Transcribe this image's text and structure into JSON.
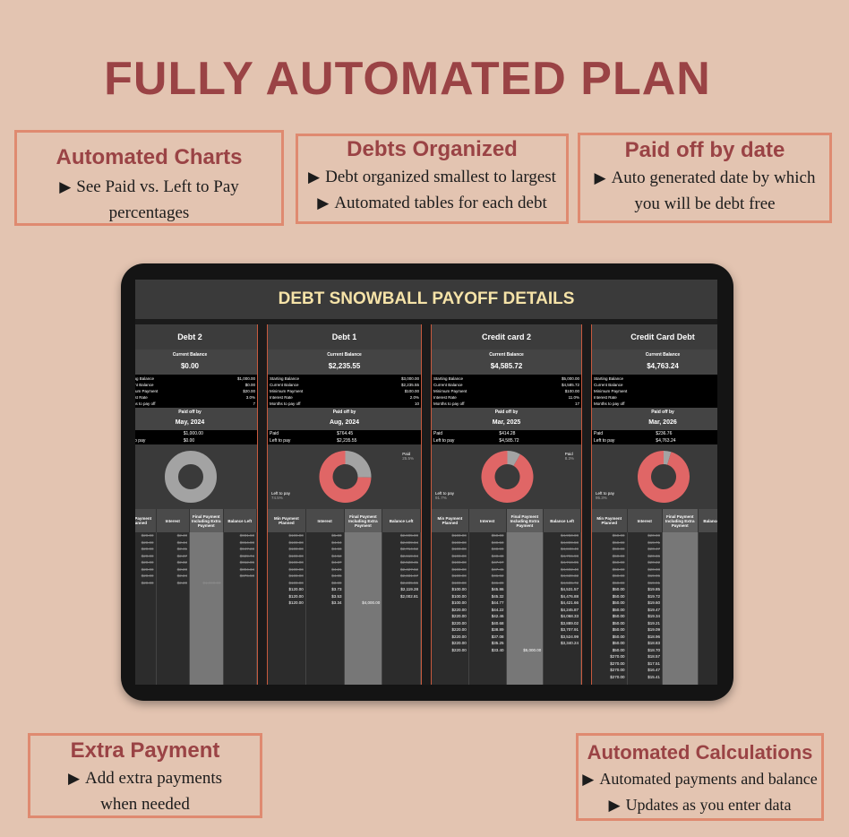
{
  "headline": "FULLY AUTOMATED PLAN",
  "features": {
    "charts": {
      "title": "Automated Charts",
      "lines": [
        "See Paid vs. Left to Pay percentages"
      ]
    },
    "organized": {
      "title": "Debts Organized",
      "lines": [
        "Debt organized smallest to largest",
        "Automated tables for each debt"
      ]
    },
    "paidoff": {
      "title": "Paid off by date",
      "lines": [
        "Auto generated date by which",
        "you will be debt free"
      ]
    },
    "extra": {
      "title": "Extra Payment",
      "lines": [
        "Add extra payments",
        "when needed"
      ]
    },
    "calcs": {
      "title": "Automated Calculations",
      "lines": [
        "Automated payments and balance",
        "Updates as you enter data"
      ]
    }
  },
  "sheet": {
    "title": "DEBT SNOWBALL PAYOFF DETAILS",
    "labels": {
      "current_balance": "Current Balance",
      "paid_off_by": "Paid off by",
      "starting_balance": "Starting Balance",
      "current_balance_row": "Current Balance",
      "minimum_payment": "Minimum Payment",
      "interest_rate": "Interest Rate",
      "months_to_pay_off": "Months to pay off",
      "paid": "Paid",
      "left_to_pay": "Left to pay",
      "col_min_payment": "Min Payment Planned",
      "col_interest": "Interest",
      "col_final_payment": "Final Payment Including Extra Payment",
      "col_balance_left": "Balance Left"
    },
    "colors": {
      "paid": "#a3a3a3",
      "left": "#e06666"
    },
    "debts": [
      {
        "name": "Debt 2",
        "current_balance": "$0.00",
        "stats": {
          "starting": "$1,000.00",
          "current": "$0.00",
          "minimum": "$20.00",
          "rate": "3.0%",
          "months": "7"
        },
        "paid_off_by": "May, 2024",
        "paid": "$1,000.00",
        "left": "$0.00",
        "paid_pct": 1.0,
        "paid_pct_label": "",
        "left_pct_label": "",
        "rows": [
          [
            "$20.00",
            "$2.40",
            "",
            "$981.60"
          ],
          [
            "$20.00",
            "$2.44",
            "",
            "$964.08"
          ],
          [
            "$20.00",
            "$2.41",
            "",
            "$947.23"
          ],
          [
            "$20.00",
            "$2.37",
            "",
            "$929.74"
          ],
          [
            "$20.00",
            "$2.32",
            "",
            "$912.06"
          ],
          [
            "$20.00",
            "$2.28",
            "",
            "$894.34"
          ],
          [
            "$20.00",
            "$2.24",
            "",
            "$876.58"
          ],
          [
            "$20.00",
            "$2.20",
            "$1,000.00",
            ""
          ]
        ],
        "done_rows": 8
      },
      {
        "name": "Debt 1",
        "current_balance": "$2,235.55",
        "stats": {
          "starting": "$3,000.00",
          "current": "$2,235.55",
          "minimum": "$100.00",
          "rate": "2.0%",
          "months": "10"
        },
        "paid_off_by": "Aug, 2024",
        "paid": "$764.45",
        "left": "$2,235.55",
        "paid_pct": 0.255,
        "paid_pct_label": "25.5%",
        "left_pct_label": "74.5%",
        "rows": [
          [
            "$100.00",
            "$5.00",
            "",
            "$2,905.00"
          ],
          [
            "$100.00",
            "$4.84",
            "",
            "$2,809.84"
          ],
          [
            "$100.00",
            "$4.68",
            "",
            "$2,714.52"
          ],
          [
            "$100.00",
            "$4.52",
            "",
            "$2,619.04"
          ],
          [
            "$100.00",
            "$4.37",
            "",
            "$2,523.41"
          ],
          [
            "$100.00",
            "$4.21",
            "",
            "$2,427.62"
          ],
          [
            "$100.00",
            "$4.05",
            "",
            "$2,331.67"
          ],
          [
            "$100.00",
            "$3.89",
            "",
            "$2,235.55"
          ],
          [
            "$120.00",
            "$3.73",
            "",
            "$2,119.28"
          ],
          [
            "$120.00",
            "$3.53",
            "",
            "$2,002.81"
          ],
          [
            "$120.00",
            "$3.34",
            "$4,000.00",
            ""
          ]
        ],
        "done_rows": 8
      },
      {
        "name": "Credit card 2",
        "current_balance": "$4,585.72",
        "stats": {
          "starting": "$5,000.00",
          "current": "$4,585.72",
          "minimum": "$100.00",
          "rate": "11.0%",
          "months": "17"
        },
        "paid_off_by": "Mar, 2025",
        "paid": "$414.28",
        "left": "$4,585.72",
        "paid_pct": 0.083,
        "paid_pct_label": "8.3%",
        "left_pct_label": "91.7%",
        "rows": [
          [
            "$100.00",
            "$50.00",
            "",
            "$4,950.00"
          ],
          [
            "$100.00",
            "$49.50",
            "",
            "$4,899.50"
          ],
          [
            "$100.00",
            "$48.99",
            "",
            "$4,848.49"
          ],
          [
            "$100.00",
            "$48.48",
            "",
            "$4,796.98"
          ],
          [
            "$100.00",
            "$47.97",
            "",
            "$4,744.95"
          ],
          [
            "$100.00",
            "$47.45",
            "",
            "$4,692.40"
          ],
          [
            "$100.00",
            "$46.92",
            "",
            "$4,639.32"
          ],
          [
            "$100.00",
            "$46.39",
            "",
            "$4,585.72"
          ],
          [
            "$100.00",
            "$45.86",
            "",
            "$4,531.57"
          ],
          [
            "$100.00",
            "$45.32",
            "",
            "$4,476.88"
          ],
          [
            "$100.00",
            "$44.77",
            "",
            "$4,421.66"
          ],
          [
            "$220.00",
            "$44.22",
            "",
            "$4,245.87"
          ],
          [
            "$220.00",
            "$42.46",
            "",
            "$4,068.33"
          ],
          [
            "$220.00",
            "$40.68",
            "",
            "$3,889.02"
          ],
          [
            "$220.00",
            "$38.89",
            "",
            "$3,707.91"
          ],
          [
            "$220.00",
            "$37.08",
            "",
            "$3,524.99"
          ],
          [
            "$220.00",
            "$35.25",
            "",
            "$3,340.24"
          ],
          [
            "$220.00",
            "$33.40",
            "$5,000.00",
            ""
          ]
        ],
        "done_rows": 8
      },
      {
        "name": "Credit Card Debt",
        "current_balance": "$4,763.24",
        "stats": {
          "starting": "",
          "current": "",
          "minimum": "",
          "rate": "",
          "months": ""
        },
        "paid_off_by": "Mar, 2026",
        "paid": "$236.76",
        "left": "$4,763.24",
        "paid_pct": 0.047,
        "paid_pct_label": "",
        "left_pct_label": "95.3%",
        "rows": [
          [
            "$50.00",
            "$20.00",
            "",
            ""
          ],
          [
            "$50.00",
            "$19.71",
            "",
            ""
          ],
          [
            "$50.00",
            "$20.47",
            "",
            ""
          ],
          [
            "$50.00",
            "$20.36",
            "",
            ""
          ],
          [
            "$50.00",
            "$20.22",
            "",
            ""
          ],
          [
            "$50.00",
            "$20.08",
            "",
            ""
          ],
          [
            "$50.00",
            "$19.95",
            "",
            ""
          ],
          [
            "$50.00",
            "$19.91",
            "",
            ""
          ],
          [
            "$50.00",
            "$19.85",
            "",
            ""
          ],
          [
            "$50.00",
            "$19.72",
            "",
            ""
          ],
          [
            "$50.00",
            "$19.60",
            "",
            ""
          ],
          [
            "$50.00",
            "$19.47",
            "",
            ""
          ],
          [
            "$50.00",
            "$19.34",
            "",
            ""
          ],
          [
            "$50.00",
            "$19.21",
            "",
            ""
          ],
          [
            "$50.00",
            "$19.09",
            "",
            ""
          ],
          [
            "$50.00",
            "$18.96",
            "",
            ""
          ],
          [
            "$50.00",
            "$18.83",
            "",
            ""
          ],
          [
            "$50.00",
            "$18.70",
            "",
            ""
          ],
          [
            "$270.00",
            "$18.57",
            "",
            ""
          ],
          [
            "$270.00",
            "$17.51",
            "",
            ""
          ],
          [
            "$270.00",
            "$16.47",
            "",
            ""
          ],
          [
            "$270.00",
            "$15.41",
            "",
            ""
          ]
        ],
        "done_rows": 8
      }
    ]
  }
}
